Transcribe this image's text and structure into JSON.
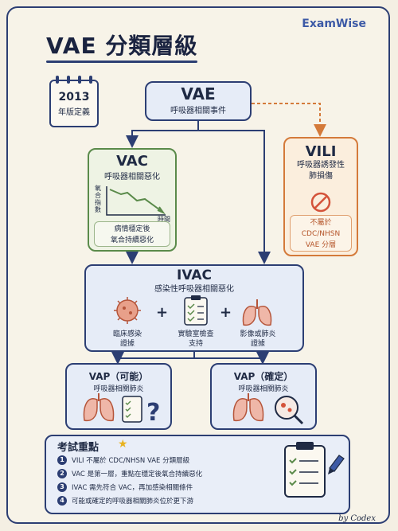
{
  "brand": "ExamWise",
  "title": "VAE 分類層級",
  "calendar": {
    "year": "2013",
    "subtitle": "年版定義"
  },
  "vae": {
    "title": "VAE",
    "subtitle": "呼吸器相關事件"
  },
  "vac": {
    "title": "VAC",
    "subtitle": "呼吸器相關惡化",
    "graph_ylabel": "氧合指數",
    "graph_xlabel": "時間",
    "note_line1": "病情穩定後",
    "note_line2": "氧合持續惡化"
  },
  "vili": {
    "title": "VILI",
    "subtitle_line1": "呼吸器誘發性",
    "subtitle_line2": "肺損傷",
    "note_line1": "不屬於",
    "note_line2": "CDC/NHSN",
    "note_line3": "VAE 分層"
  },
  "ivac": {
    "title": "IVAC",
    "subtitle": "感染性呼吸器相關惡化",
    "items": [
      {
        "line1": "臨床感染",
        "line2": "證據",
        "icon": "virus-icon"
      },
      {
        "line1": "實驗室檢查",
        "line2": "支持",
        "icon": "checklist-icon"
      },
      {
        "line1": "影像或肺炎",
        "line2": "證據",
        "icon": "lungs-icon"
      }
    ]
  },
  "vap_possible": {
    "title": "VAP（可能）",
    "subtitle": "呼吸器相關肺炎"
  },
  "vap_confirmed": {
    "title": "VAP（確定）",
    "subtitle": "呼吸器相關肺炎"
  },
  "exam": {
    "title": "考試重點",
    "points": [
      {
        "n": "1",
        "text": "VILI 不屬於 CDC/NHSN VAE 分類層級"
      },
      {
        "n": "2",
        "text": "VAC 是第一層，重點在穩定後氧合持續惡化"
      },
      {
        "n": "3",
        "text": "IVAC 需先符合 VAC，再加感染相關條件"
      },
      {
        "n": "4",
        "text": "可能或確定的呼吸器相關肺炎位於更下游"
      }
    ]
  },
  "signature": "by Codex",
  "colors": {
    "navy": "#2c3e73",
    "green": "#5a8a4a",
    "orange": "#d47a3a",
    "gold": "#e8b21e"
  }
}
